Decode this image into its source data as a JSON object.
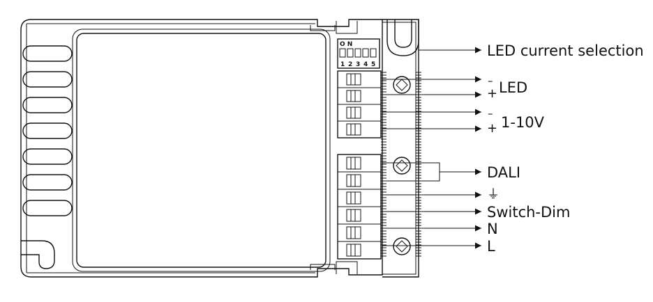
{
  "dip_switch": {
    "on_label": "O N",
    "positions": [
      "1",
      "2",
      "3",
      "4",
      "5"
    ]
  },
  "labels": {
    "led_current": "LED current selection",
    "led": "LED",
    "led_minus": "–",
    "led_plus": "+",
    "dim": "1-10V",
    "dim_minus": "–",
    "dim_plus": "+",
    "dali": "DALI",
    "earth": "⏚",
    "switch_dim": "Switch-Dim",
    "neutral": "N",
    "line": "L"
  }
}
